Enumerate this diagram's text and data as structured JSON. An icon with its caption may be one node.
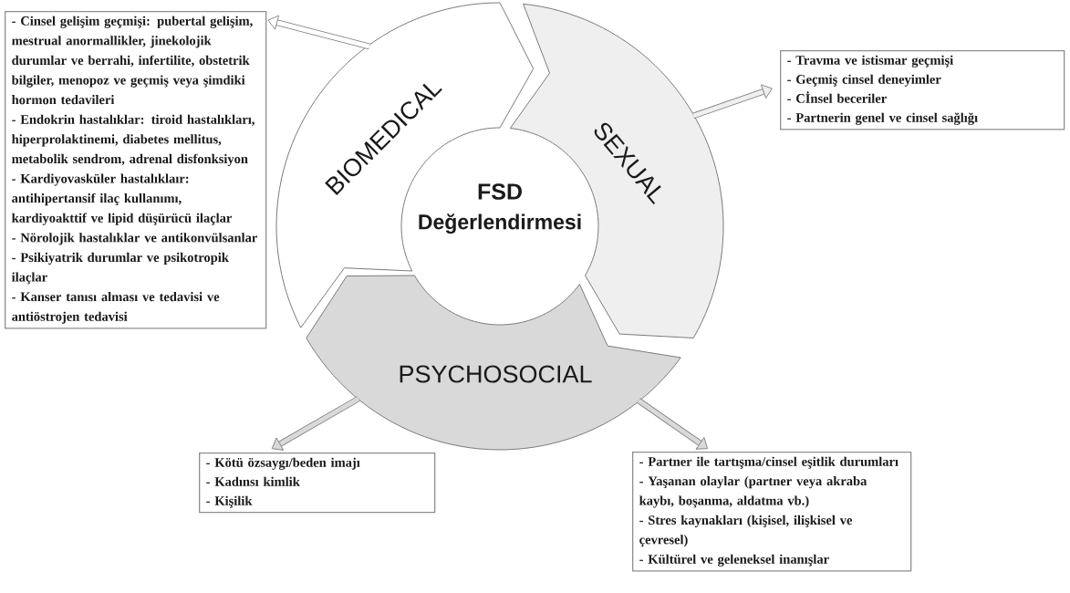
{
  "diagram": {
    "nodes": [
      {
        "text": [
          "BIOMEDICAL"
        ]
      },
      {
        "text": [
          "SEXUAL"
        ]
      },
      {
        "text": [
          "PSYCHOSOCIAL"
        ]
      },
      {
        "text": [
          "FSD",
          "Değerlendirmesi"
        ]
      },
      {
        "text": [
          "- Cinsel gelişim geçmişi: pubertal gelişim, mestrual anormallikler, jinekolojik durumlar ve berrahi, infertilite, obstetrik  bilgiler, menopoz ve geçmiş veya şimdiki hormon tedavileri",
          "- Endokrin hastalıklar: tiroid hastalıkları, hiperprolaktinemi, diabetes mellitus, metabolik sendrom, adrenal disfonksiyon",
          "- Kardiyovasküler hastalıklaır: antihipertansif ilaç kullanımı, kardiyoakttif ve lipid düşürücü ilaçlar",
          "- Nörolojik hastalıklar ve antikonvülsanlar",
          "- Psikiyatrik durumlar ve psikotropik ilaçlar",
          "- Kanser tanısı alması ve tedavisi ve antiöstrojen tedavisi"
        ]
      },
      {
        "text": [
          "- Travma ve istismar geçmişi",
          "- Geçmiş cinsel deneyimler",
          "- Cİnsel beceriler",
          "- Partnerin genel ve cinsel sağlığı"
        ]
      },
      {
        "text": [
          "- Kötü özsaygı/beden imajı",
          "- Kadınsı kimlik",
          "- Kişilik"
        ]
      },
      {
        "text": [
          "- Partner ile tartışma/cinsel eşitlik durumları",
          "- Yaşanan olaylar (partner veya akraba kaybı, boşanma, aldatma vb.)",
          "- Stres kaynakları (kişisel, ilişkisel ve çevresel)",
          "- Kültürel ve geleneksel inanışlar"
        ]
      }
    ],
    "edges": [
      {
        "from": 0,
        "to": 4,
        "arrow": "to"
      },
      {
        "from": 1,
        "to": 5,
        "arrow": "to"
      },
      {
        "from": 2,
        "to": 6,
        "arrow": "to"
      },
      {
        "from": 2,
        "to": 7,
        "arrow": "to"
      }
    ]
  }
}
